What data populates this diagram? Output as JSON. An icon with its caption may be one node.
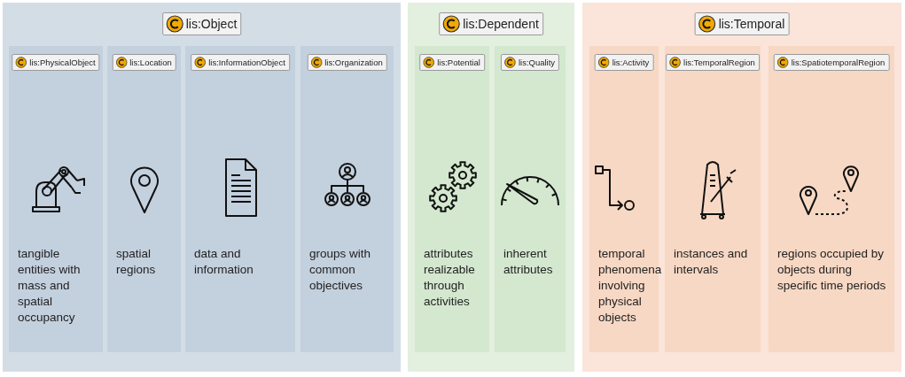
{
  "diagram": {
    "nodes": [
      {
        "text": [
          "lis:Object"
        ]
      },
      {
        "text": [
          "lis:PhysicalObject",
          "tangible entities with mass and spatial occupancy"
        ],
        "in": 0
      },
      {
        "text": [
          "lis:Location",
          "spatial regions"
        ],
        "in": 0
      },
      {
        "text": [
          "lis:InformationObject",
          "data and information"
        ],
        "in": 0
      },
      {
        "text": [
          "lis:Organization",
          "groups with common objectives"
        ],
        "in": 0
      },
      {
        "text": [
          "lis:Dependent"
        ]
      },
      {
        "text": [
          "lis:Potential",
          "attributes realizable through activities"
        ],
        "in": 5
      },
      {
        "text": [
          "lis:Quality",
          "inherent attributes"
        ],
        "in": 5
      },
      {
        "text": [
          "lis:Temporal"
        ]
      },
      {
        "text": [
          "lis:Activity",
          "temporal phenomena involving physical objects"
        ],
        "in": 8
      },
      {
        "text": [
          "lis:TemporalRegion",
          "instances and intervals"
        ],
        "in": 8
      },
      {
        "text": [
          "lis:SpatiotemporalRegion",
          "regions occupied by objects during specific time periods"
        ],
        "in": 8
      }
    ]
  }
}
